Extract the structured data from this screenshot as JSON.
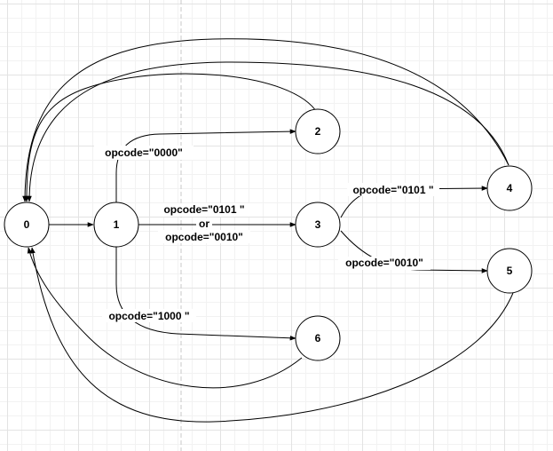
{
  "nodes": [
    {
      "id": "n0",
      "label": "0"
    },
    {
      "id": "n1",
      "label": "1"
    },
    {
      "id": "n2",
      "label": "2"
    },
    {
      "id": "n3",
      "label": "3"
    },
    {
      "id": "n4",
      "label": "4"
    },
    {
      "id": "n5",
      "label": "5"
    },
    {
      "id": "n6",
      "label": "6"
    }
  ],
  "edge_labels": {
    "e1_2": "opcode=\"0000\"",
    "e1_3_line1": "opcode=\"0101 \"",
    "e1_3_or": "or",
    "e1_3_line2": "opcode=\"0010\"",
    "e3_4": "opcode=\"0101 \"",
    "e3_5": "opcode=\"0010\"",
    "e1_6": "opcode=\"1000 \""
  },
  "colors": {
    "stroke": "#000000",
    "node_fill": "#ffffff",
    "grid_major": "#e3e3e3",
    "grid_minor": "#f2f2f2",
    "page_break": "#c8c8c8"
  }
}
